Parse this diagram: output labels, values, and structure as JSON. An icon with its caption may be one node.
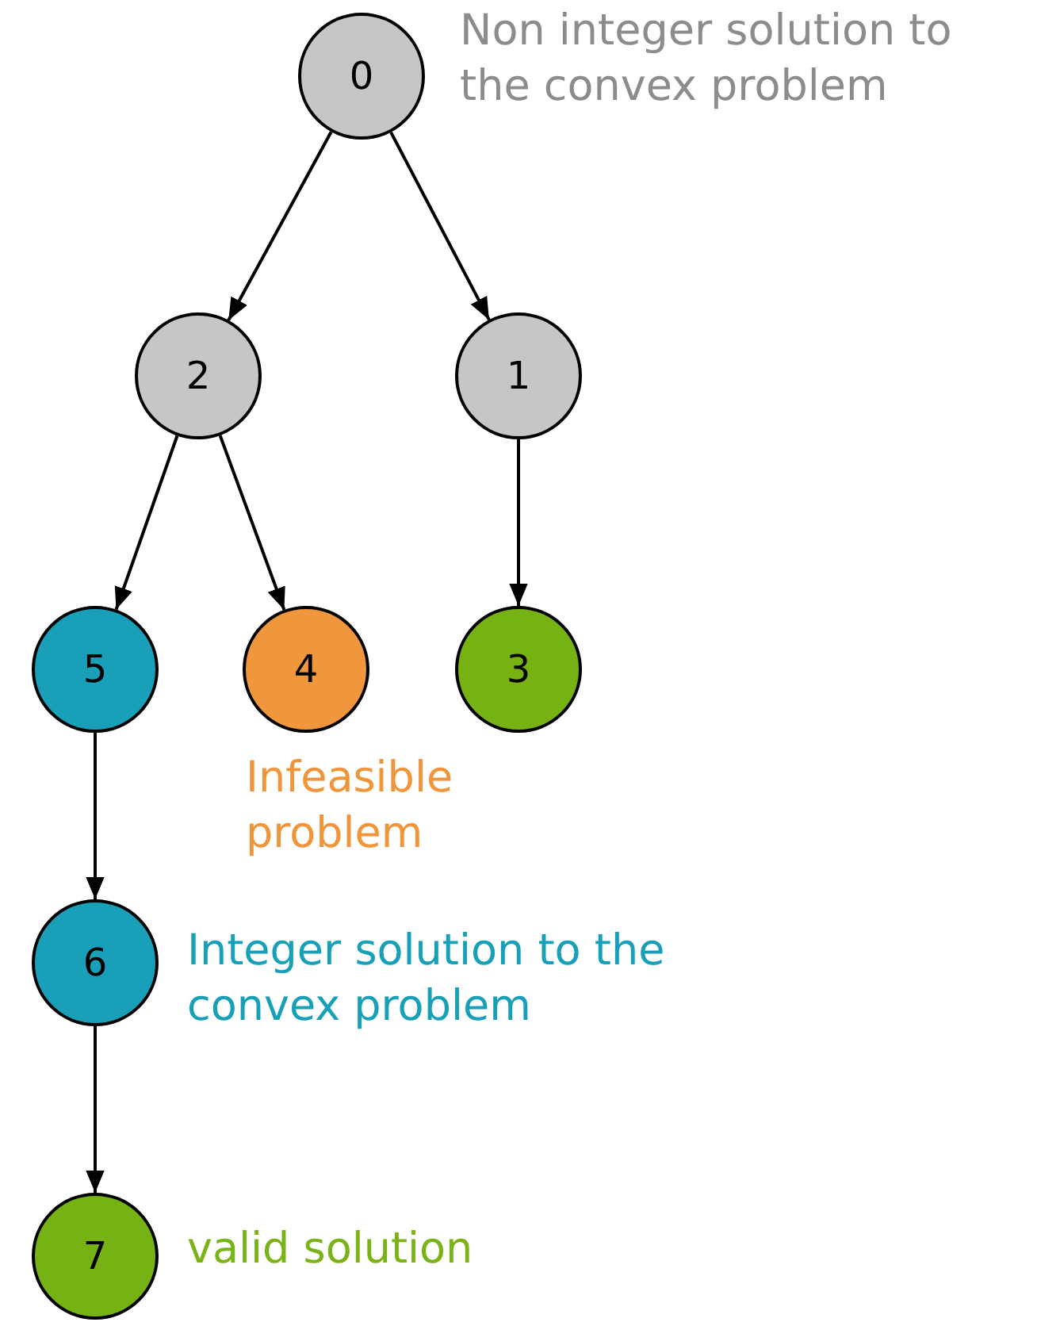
{
  "diagram": {
    "nodes": [
      {
        "text": [
          "0"
        ],
        "beside": [
          "Non integer solution to the convex problem"
        ]
      },
      {
        "text": [
          "2"
        ]
      },
      {
        "text": [
          "1"
        ]
      },
      {
        "text": [
          "5"
        ]
      },
      {
        "text": [
          "4"
        ],
        "beside": [
          "Infeasible problem"
        ]
      },
      {
        "text": [
          "3"
        ]
      },
      {
        "text": [
          "6"
        ],
        "beside": [
          "Integer solution to the convex problem"
        ]
      },
      {
        "text": [
          "7"
        ],
        "beside": [
          "valid solution"
        ]
      }
    ],
    "edges": [
      {
        "from": 0,
        "to": 1,
        "arrow": "to"
      },
      {
        "from": 0,
        "to": 2,
        "arrow": "to"
      },
      {
        "from": 1,
        "to": 3,
        "arrow": "to"
      },
      {
        "from": 1,
        "to": 4,
        "arrow": "to"
      },
      {
        "from": 2,
        "to": 5,
        "arrow": "to"
      },
      {
        "from": 3,
        "to": 6,
        "arrow": "to"
      },
      {
        "from": 6,
        "to": 7,
        "arrow": "to"
      }
    ]
  }
}
